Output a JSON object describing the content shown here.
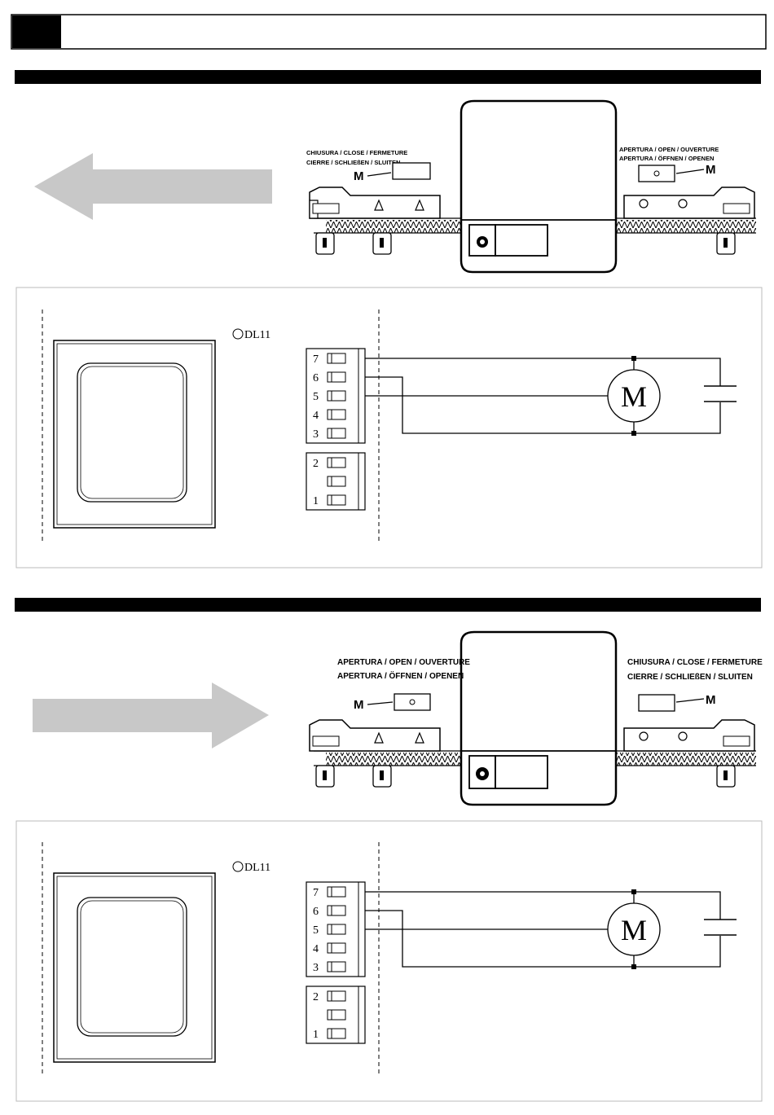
{
  "header": {
    "title": ""
  },
  "sections": [
    {
      "id": "left-install",
      "arrow_direction": "left",
      "limit_left": {
        "line1": "CHIUSURA / CLOSE / FERMETURE",
        "line2": "CIERRE / SCHLIEßEN / SLUITEN",
        "magnet": "M"
      },
      "limit_right": {
        "line1": "APERTURA / OPEN / OUVERTURE",
        "line2": "APERTURA / ÖFFNEN / OPENEN",
        "magnet": "M"
      },
      "board": {
        "led_label": "DL11",
        "motor_label": "M",
        "terminals_top": [
          "7",
          "6",
          "5",
          "4",
          "3"
        ],
        "terminals_bottom": [
          "2",
          "",
          "1"
        ]
      }
    },
    {
      "id": "right-install",
      "arrow_direction": "right",
      "limit_left": {
        "line1": "APERTURA / OPEN / OUVERTURE",
        "line2": "APERTURA / ÖFFNEN / OPENEN",
        "magnet": "M"
      },
      "limit_right": {
        "line1": "CHIUSURA / CLOSE / FERMETURE",
        "line2": "CIERRE / SCHLIEßEN / SLUITEN",
        "magnet": "M"
      },
      "board": {
        "led_label": "DL11",
        "motor_label": "M",
        "terminals_top": [
          "7",
          "6",
          "5",
          "4",
          "3"
        ],
        "terminals_bottom": [
          "2",
          "",
          "1"
        ]
      }
    }
  ],
  "colors": {
    "arrow": "#c8c8c8",
    "bar": "#000000",
    "frame": "#bbbbbb"
  }
}
